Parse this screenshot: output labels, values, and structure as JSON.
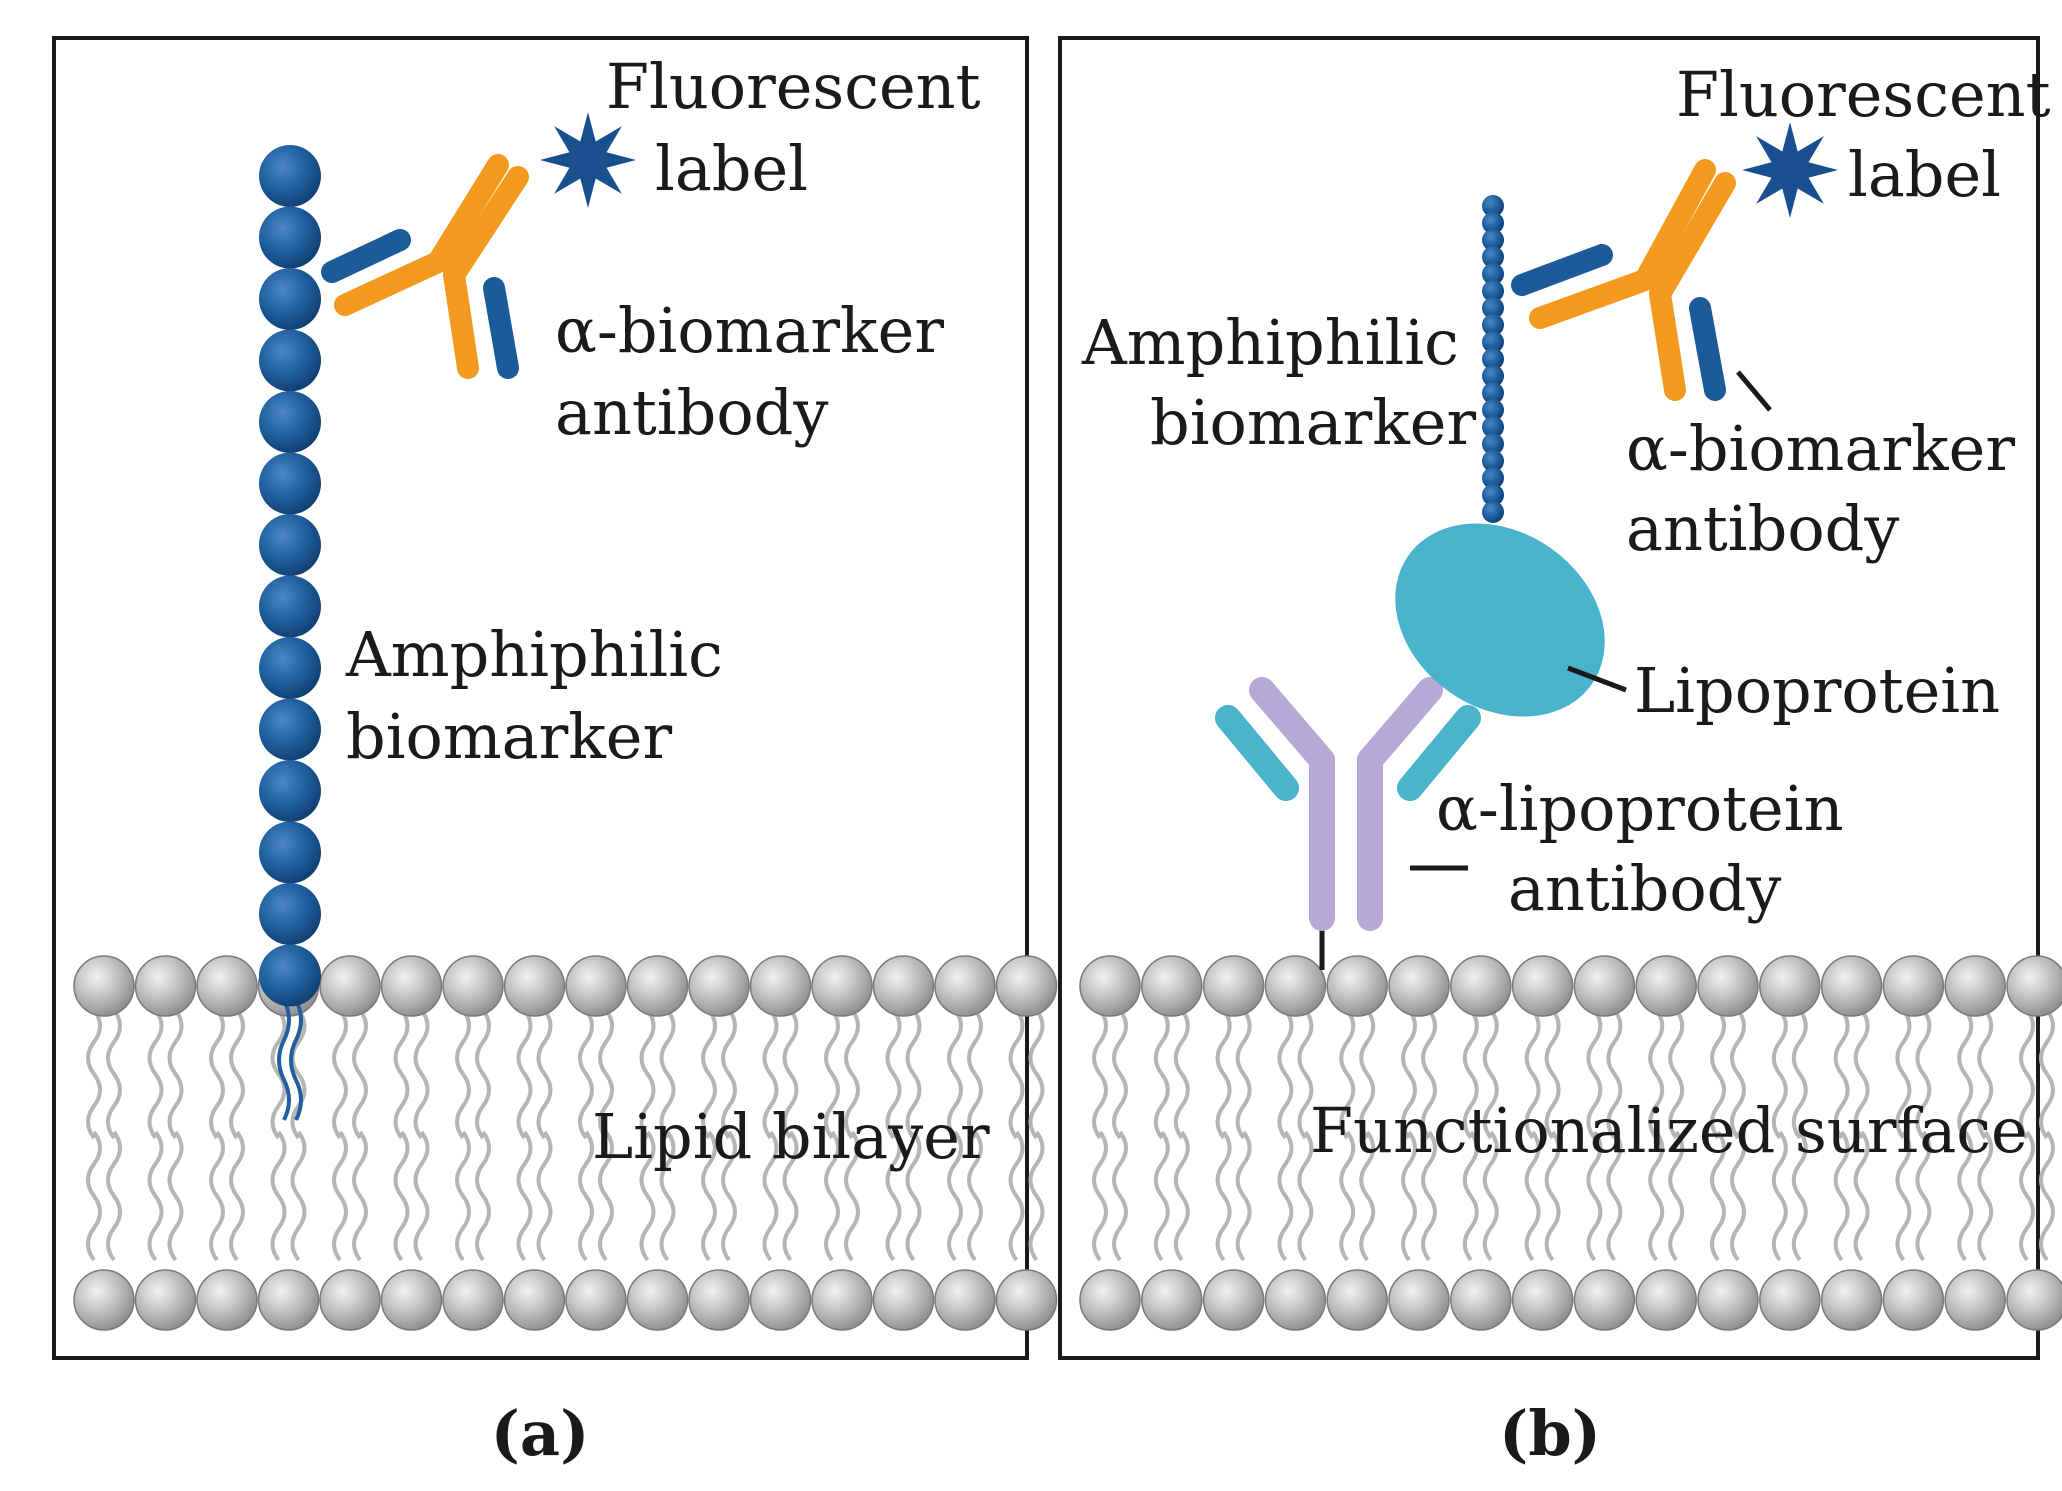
{
  "panel_a": {
    "caption": "(a)",
    "fluorescent_label": [
      "Fluorescent",
      "label"
    ],
    "antibody_label": [
      "α-biomarker",
      "antibody"
    ],
    "biomarker_label": [
      "Amphiphilic",
      "biomarker"
    ],
    "bilayer_label": "Lipid bilayer"
  },
  "panel_b": {
    "caption": "(b)",
    "fluorescent_label": [
      "Fluorescent",
      "label"
    ],
    "biomarker_label": [
      "Amphiphilic",
      "biomarker"
    ],
    "antibody_label": [
      "α-biomarker",
      "antibody"
    ],
    "lipoprotein_label": "Lipoprotein",
    "lipoprotein_antibody_label": [
      "α-lipoprotein",
      "antibody"
    ],
    "surface_label": "Functionalized surface"
  },
  "colors": {
    "biomarker_blue": "#1f5f9e",
    "antibody_orange": "#f39a1e",
    "light_chain_blue": "#1d5a9a",
    "fluor_blue": "#1a4f8f",
    "lipoprotein_cyan": "#4ab3cc",
    "capture_antibody_lavender": "#b7a9d6",
    "lipid_gray": "#b8b8b8"
  }
}
